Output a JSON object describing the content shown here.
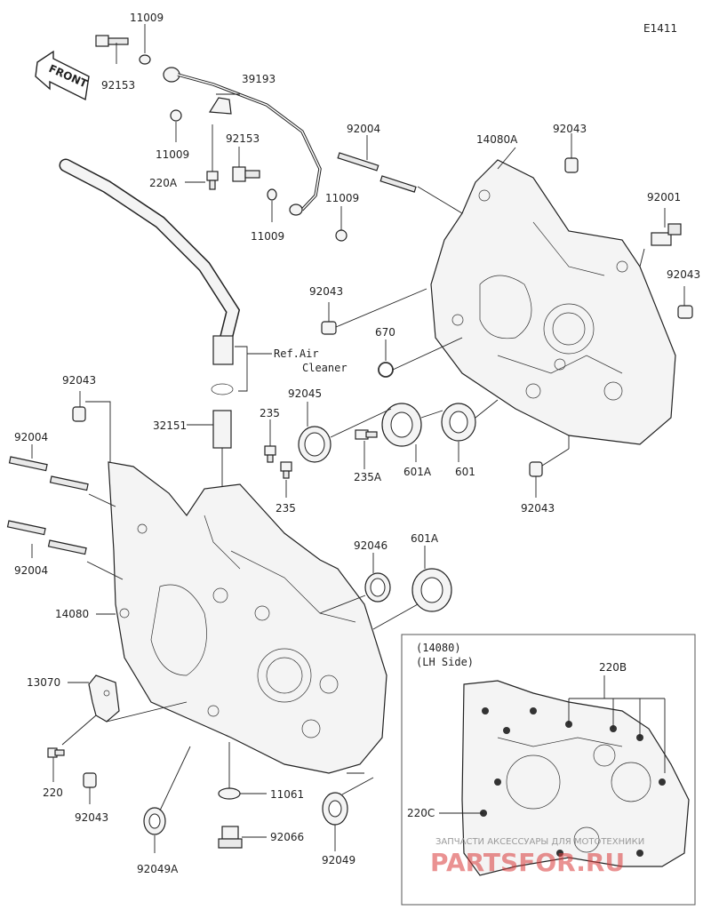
{
  "diagram": {
    "code": "E1411",
    "front_label": "FRONT",
    "parts": {
      "p11009_a": "11009",
      "p11009_b": "11009",
      "p11009_c": "11009",
      "p11009_d": "11009",
      "p92153_a": "92153",
      "p92153_b": "92153",
      "p39193": "39193",
      "p220A": "220A",
      "p92004_top": "92004",
      "p14080A": "14080A",
      "p92043_top": "92043",
      "p92001": "92001",
      "p92043_right": "92043",
      "p92043_mid": "92043",
      "p670": "670",
      "ref_air_1": "Ref.Air",
      "ref_air_2": "Cleaner",
      "p92043_left": "92043",
      "p32151": "32151",
      "p235_a": "235",
      "p92045": "92045",
      "p235A": "235A",
      "p601A_a": "601A",
      "p601": "601",
      "p92004_left_a": "92004",
      "p235_b": "235",
      "p92043_lower_right": "92043",
      "p92004_left_b": "92004",
      "p92046": "92046",
      "p601A_b": "601A",
      "p14080": "14080",
      "p13070": "13070",
      "p220": "220",
      "p92043_bottom": "92043",
      "p11061": "11061",
      "p92066": "92066",
      "p92049A": "92049A",
      "p92049": "92049"
    },
    "inset": {
      "title_1": "(14080)",
      "title_2": "(LH Side)",
      "label_220B": "220B",
      "label_220C": "220C"
    },
    "watermark": {
      "line1": "ЗАПЧАСТИ АКСЕССУАРЫ ДЛЯ МОТОТЕХНИКИ",
      "line2": "PARTSFOR.RU"
    }
  }
}
